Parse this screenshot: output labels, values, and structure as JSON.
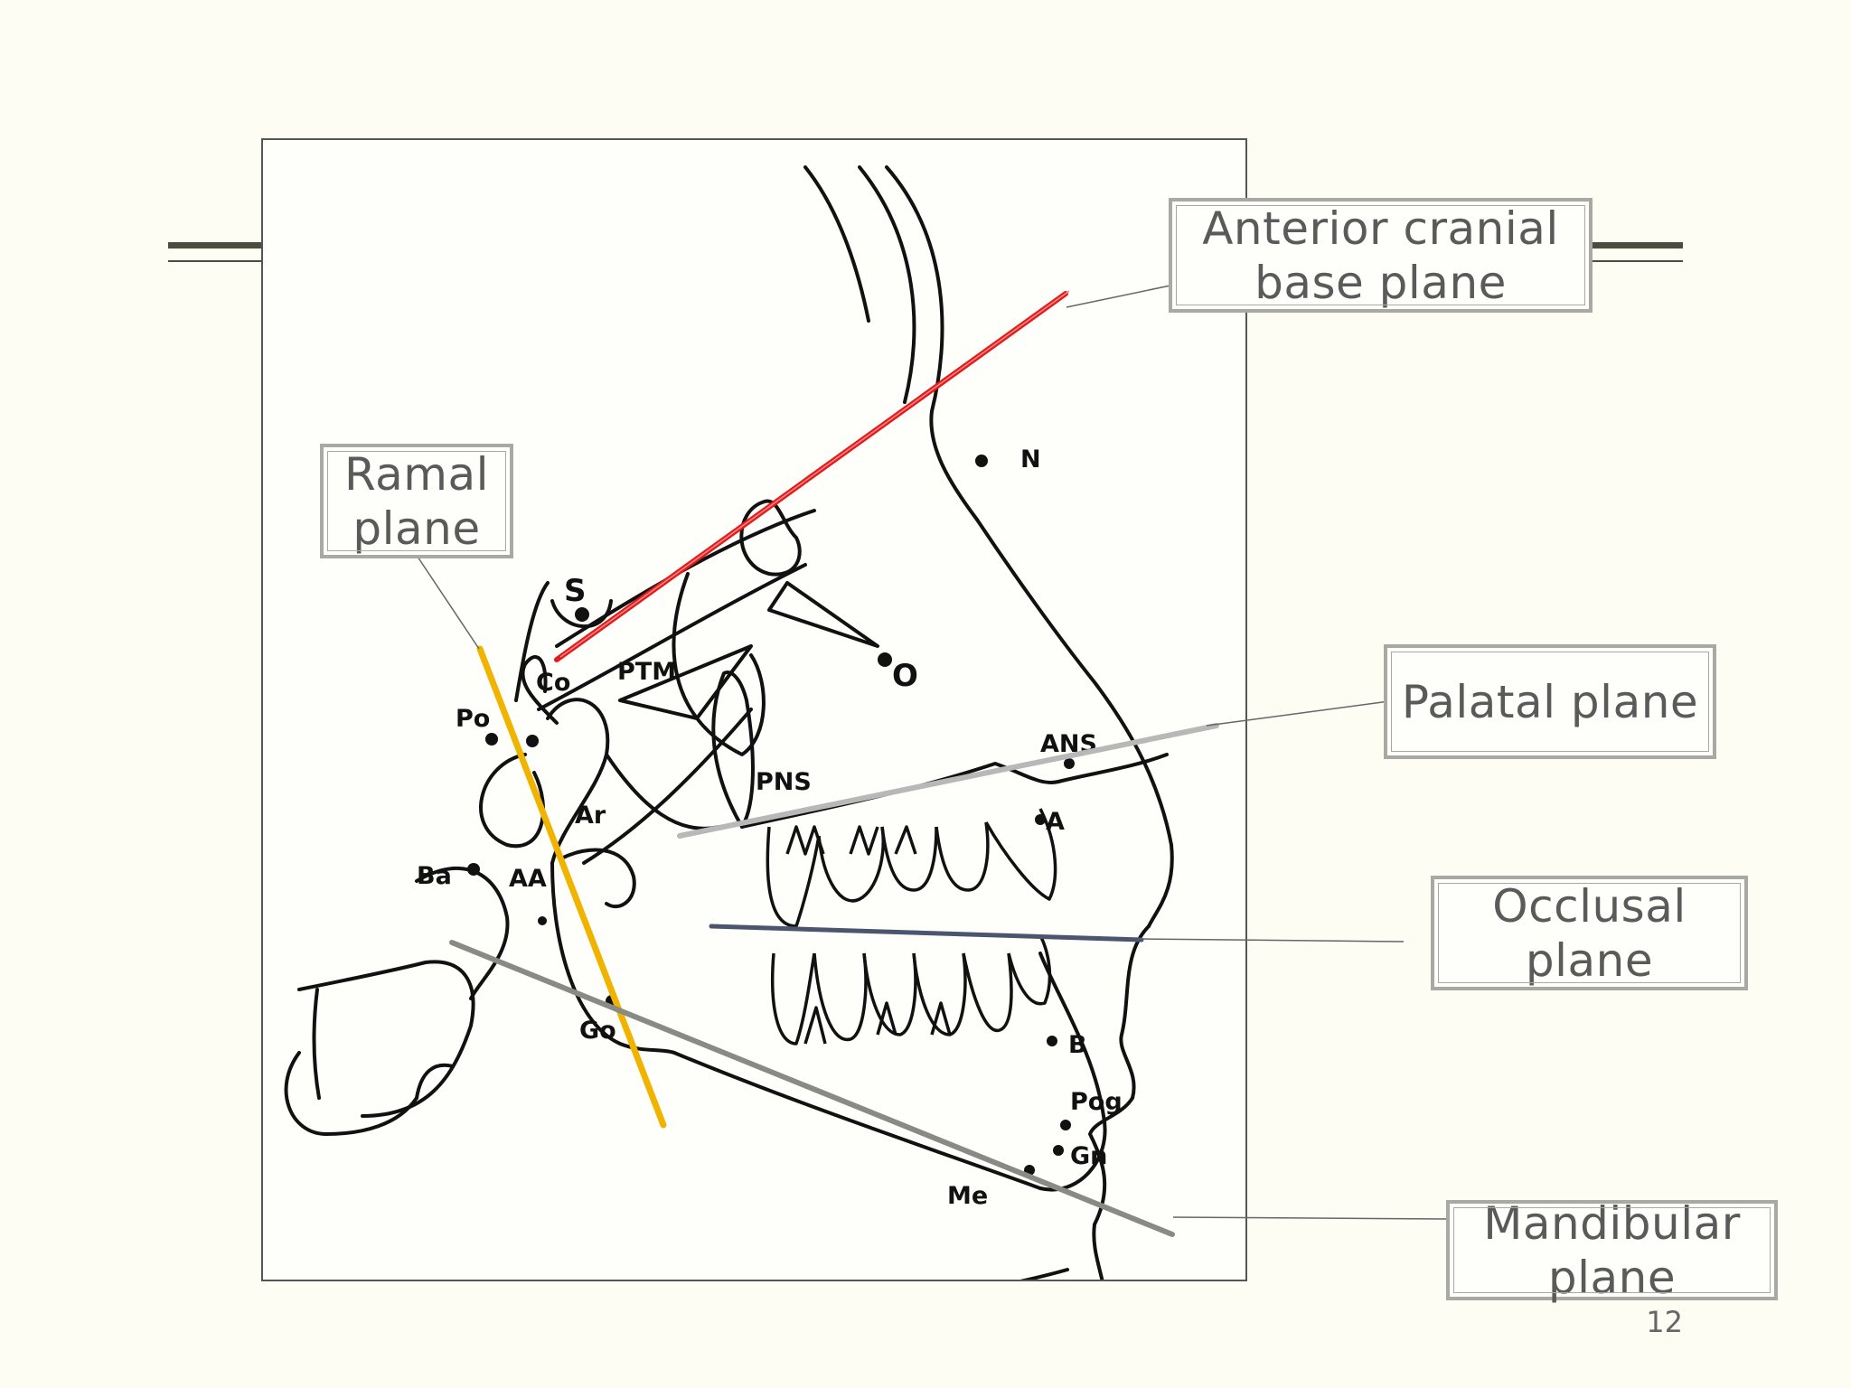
{
  "slide": {
    "page_number": "12",
    "colors": {
      "background": "#fdfdf3",
      "anterior_cranial_base_plane": "#e21b1b",
      "ramal_plane": "#f0b400",
      "palatal_plane": "#b8b8b8",
      "occlusal_plane": "#4b556d",
      "mandibular_plane": "#8a8a84",
      "callout_text": "#5a5a5a",
      "callout_border": "#a9a9a4"
    }
  },
  "callouts": {
    "anterior_cranial_base": [
      "Anterior cranial",
      "base plane"
    ],
    "ramal": [
      "Ramal",
      "plane"
    ],
    "palatal": [
      "Palatal plane"
    ],
    "occlusal": [
      "Occlusal",
      "plane"
    ],
    "mandibular": [
      "Mandibular",
      "plane"
    ]
  },
  "landmarks": {
    "S": "S",
    "N": "N",
    "O": "O",
    "Co": "Co",
    "PTM": "PTM",
    "Po": "Po",
    "ANS": "ANS",
    "PNS": "PNS",
    "Ar": "Ar",
    "A": "A",
    "Ba": "Ba",
    "AA": "AA",
    "Go": "Go",
    "B": "B",
    "Pog": "Pog",
    "Gn": "Gn",
    "Me": "Me"
  }
}
